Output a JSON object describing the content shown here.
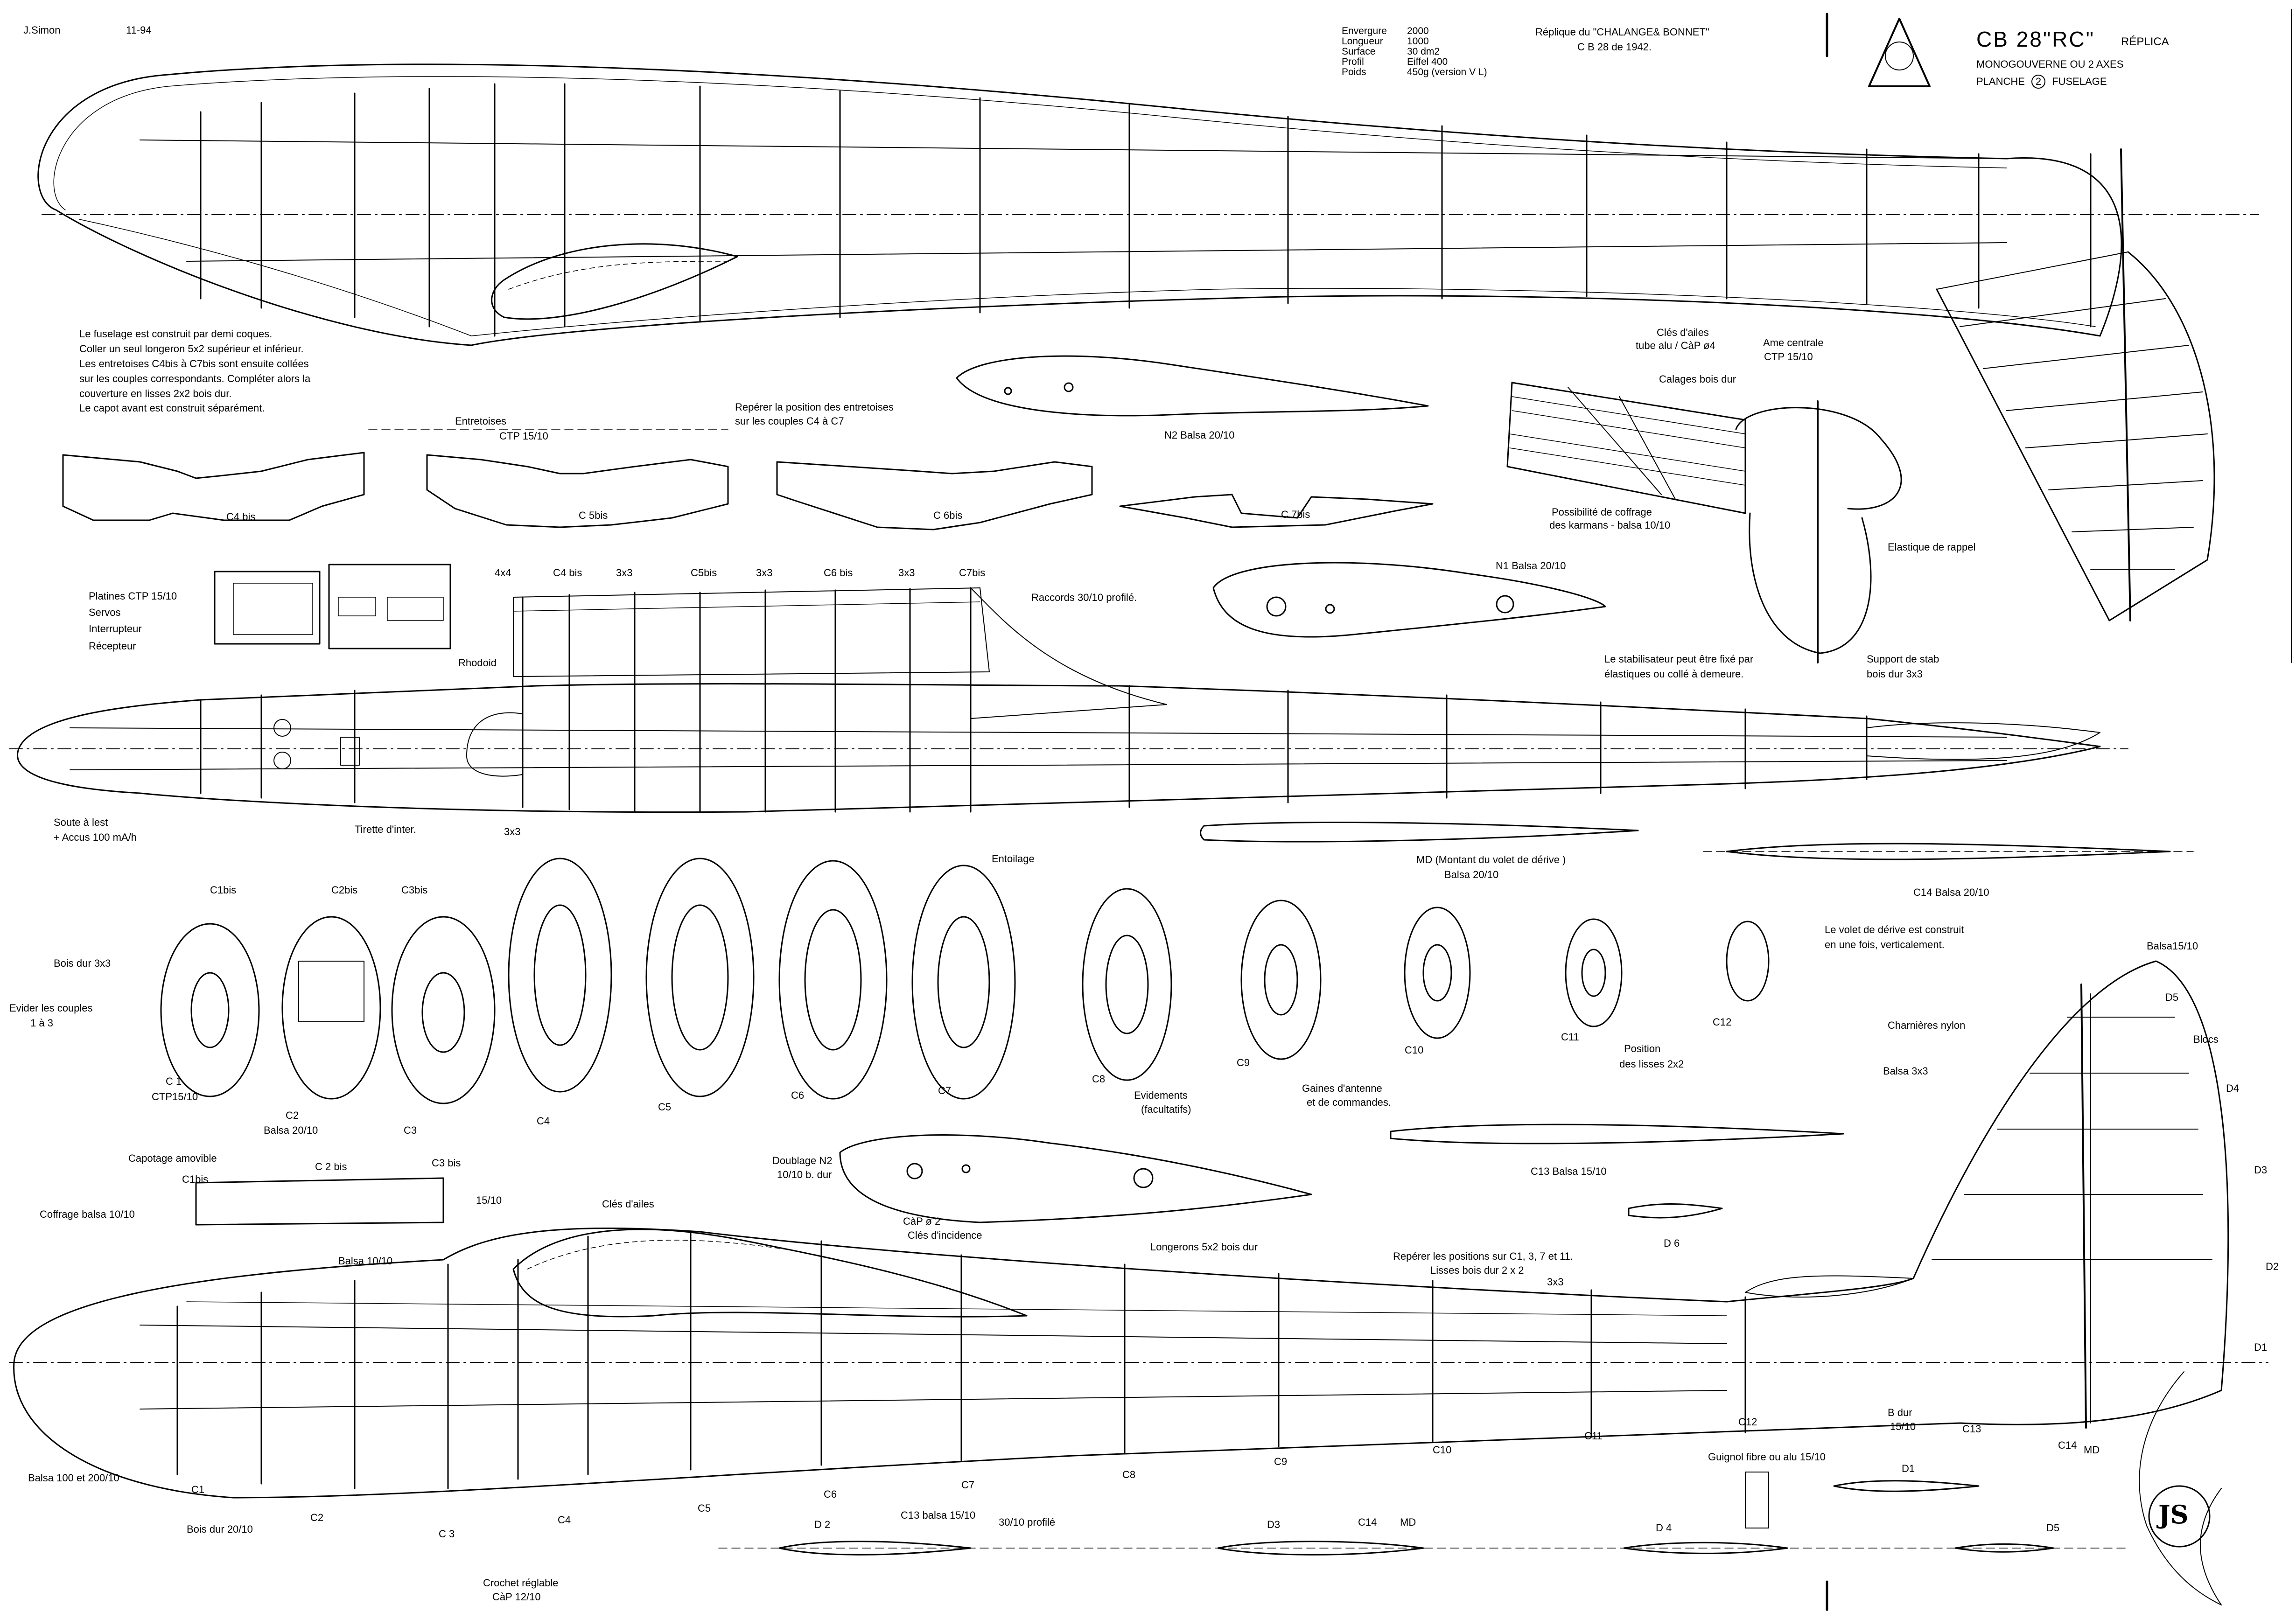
{
  "title_block": {
    "title": "CB 28\"RC\"",
    "title_suffix": "RÉPLICA",
    "line1": "MONOGOUVERNE OU 2 AXES",
    "line2": "PLANCHE",
    "plate_number": "2",
    "line3": "FUSELAGE"
  },
  "author": {
    "name": "J.Simon",
    "date": "11-94",
    "monogram": "JS"
  },
  "replica_note": {
    "line1": "Réplique du \"CHALANGE& BONNET\"",
    "line2": "C B 28 de 1942."
  },
  "specs": [
    {
      "key": "Envergure",
      "value": "2000"
    },
    {
      "key": "Longueur",
      "value": "1000"
    },
    {
      "key": "Surface",
      "value": "30 dm2"
    },
    {
      "key": "Profil",
      "value": "Eiffel 400"
    },
    {
      "key": "Poids",
      "value": "450g  (version V L)"
    }
  ],
  "construction_note": [
    "Le fuselage est construit par demi coques.",
    "Coller un seul longeron 5x2 supérieur et inférieur.",
    "Les entretoises C4bis à C7bis sont ensuite collées",
    "sur les couples correspondants. Compléter alors la",
    "couverture en lisses 2x2 bois dur.",
    "Le capot avant est construit séparément."
  ],
  "labels": {
    "entretoises": "Entretoises",
    "ctp_15_10": "CTP 15/10",
    "c4bis": "C4 bis",
    "c5bis": "C 5bis",
    "c6bis": "C 6bis",
    "c7bis": "C 7bis",
    "reperer_entretoises": "Repérer la position  des entretoises",
    "reperer_entretoises2": "sur les couples  C4  à  C7",
    "n2": "N2   Balsa 20/10",
    "n1": "N1 Balsa 20/10",
    "cles_ailes": "Clés d'ailes",
    "cles_ailes2": "tube alu / CàP ø4",
    "ame_centrale": "Ame centrale",
    "ame_centrale2": "CTP 15/10",
    "calages": "Calages bois dur",
    "coffrage": "Possibilité de coffrage",
    "coffrage2": "des karmans - balsa 10/10",
    "elastique": "Elastique de rappel",
    "stab_fixe": "Le stabilisateur peut être fixé par",
    "stab_fixe2": "élastiques  ou collé à demeure.",
    "support_stab": "Support de stab",
    "support_stab2": "bois dur 3x3",
    "platines": "Platines  CTP 15/10",
    "servos": "Servos",
    "interrupteur": "Interrupteur",
    "recepteur": "Récepteur",
    "rhodoid": "Rhodoid",
    "raccords": "Raccords 30/10 profilé.",
    "t4x4": "4x4",
    "t3x3a": "3x3",
    "t3x3b": "3x3",
    "t3x3c": "3x3",
    "t3x3d": "3x3",
    "c4bis_top": "C4 bis",
    "c5bis_top": "C5bis",
    "c6bis_top": "C6 bis",
    "c7bis_top": "C7bis",
    "soute": "Soute à lest",
    "accus": "+ Accus 100 mA/h",
    "tirette": "Tirette d'inter.",
    "md_label": "MD  (Montant du volet de dérive )",
    "md_label2": "Balsa 20/10",
    "c14": "C14  Balsa 20/10",
    "volet_note": "Le volet de dérive est construit",
    "volet_note2": "en une fois, verticalement.",
    "balsa15": "Balsa15/10",
    "d5": "D5",
    "charnieres": "Charnières nylon",
    "blocs": "Blocs",
    "balsa3x3": "Balsa 3x3",
    "d4": "D4",
    "d3": "D3",
    "d2": "D2",
    "d1": "D1",
    "c1bis": "C1bis",
    "c2bis": "C2bis",
    "c3bis": "C3bis",
    "bois_dur": "Bois dur 3x3",
    "evider": "Evider les couples",
    "evider2": "1 à 3",
    "c1": "C 1",
    "ctp1510": "CTP15/10",
    "c2": "C2",
    "balsa2010": "Balsa 20/10",
    "c3": "C3",
    "c4": "C4",
    "c5": "C5",
    "c6": "C6",
    "c7": "C7",
    "c8": "C8",
    "c9": "C9",
    "c10": "C10",
    "c11": "C11",
    "c12": "C12",
    "entoilage": "Entoilage",
    "evidements": "Evidements",
    "facultatifs": "(facultatifs)",
    "gaines": "Gaines d'antenne",
    "gaines2": "et de commandes.",
    "position_lisses": "Position",
    "position_lisses2": "des lisses 2x2",
    "c13": "C13  Balsa 15/10",
    "d6": "D 6",
    "capotage": "Capotage amovible",
    "cap_c1bis": "C1bis",
    "cap_c2bis": "C 2 bis",
    "cap_c3bis": "C3 bis",
    "coffrage_balsa": "Coffrage  balsa 10/10",
    "doublage": "Doublage N2",
    "doublage2": "10/10 b. dur",
    "b1510": "15/10",
    "cles_ailes_b": "Clés d'ailes",
    "cap2": "CàP ø 2",
    "cles_incidence": "Clés d'incidence",
    "balsa1010": "Balsa 10/10",
    "longerons": "Longerons 5x2 bois dur",
    "reperer_lisses": "Repérer  les positions sur C1, 3, 7 et 11.",
    "reperer_lisses2": "Lisses bois dur   2 x 2",
    "b3x3": "3x3",
    "balsa100": "Balsa 100 et 200/10",
    "bc1": "C1",
    "bois_dur_2010": "Bois dur 20/10",
    "bc2": "C2",
    "bc3": "C 3",
    "bc4": "C4",
    "bc5": "C5",
    "bc6": "C6",
    "bc7": "C7",
    "bc8": "C8",
    "bc9": "C9",
    "bc10": "C10",
    "bc11": "C11",
    "bc12": "C12",
    "bc13": "C13",
    "bc14": "C14",
    "bmd": "MD",
    "bdur": "B dur",
    "bdur2": "15/10",
    "crochet": "Crochet réglable",
    "crochet2": "CàP 12/10",
    "guignol": "Guignol  fibre  ou alu 15/10",
    "sd1": "D1",
    "sd2": "D 2",
    "sc13": "C13  balsa 15/10",
    "sprof": "30/10 profilé",
    "sd3": "D3",
    "sc14": "C14",
    "smd": "MD",
    "sd4": "D 4",
    "sd5": "D5"
  }
}
